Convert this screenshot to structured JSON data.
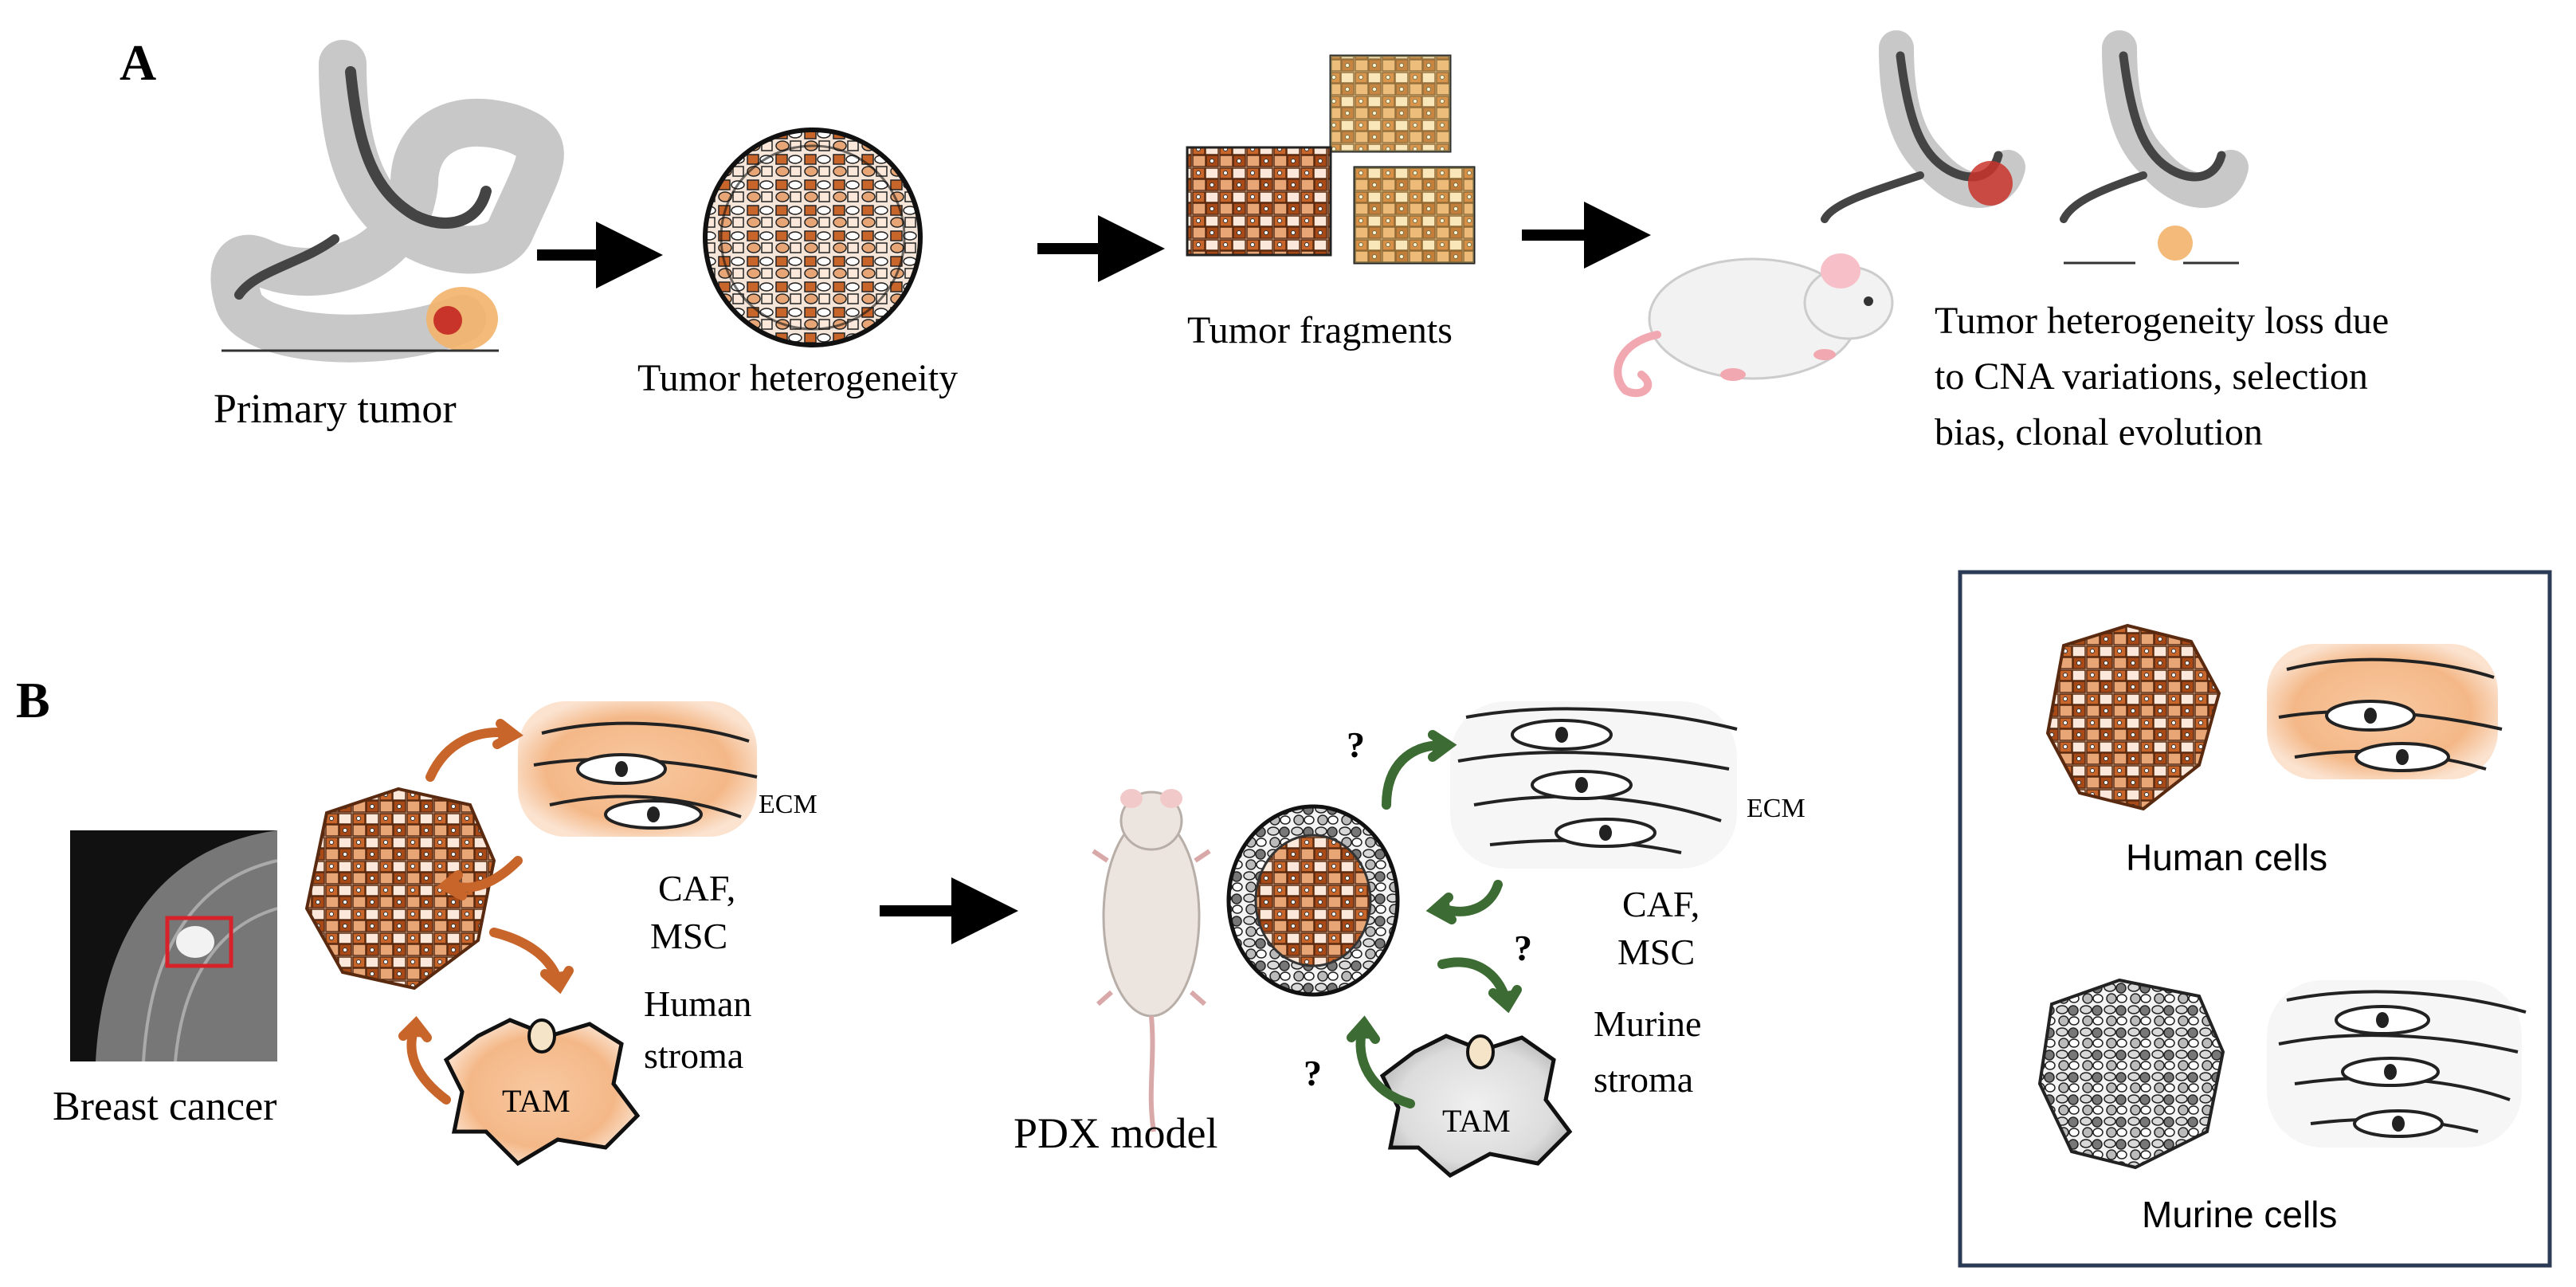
{
  "panel_a": {
    "label": "A",
    "primary_tumor": "Primary tumor",
    "heterogeneity": "Tumor heterogeneity",
    "fragments": "Tumor fragments",
    "loss_line1": "Tumor heterogeneity  loss due",
    "loss_line2": "to CNA variations, selection",
    "loss_line3": "bias, clonal evolution"
  },
  "panel_b": {
    "label": "B",
    "breast_cancer": "Breast cancer",
    "ecm_human": "ECM",
    "caf_human": "CAF,",
    "msc_human": "MSC",
    "human_stroma_1": "Human",
    "human_stroma_2": "stroma",
    "tam_human": "TAM",
    "pdx_model": "PDX model",
    "ecm_murine": "ECM",
    "caf_murine": "CAF,",
    "msc_murine": "MSC",
    "murine_stroma_1": "Murine",
    "murine_stroma_2": "stroma",
    "tam_murine": "TAM",
    "question": "?"
  },
  "legend": {
    "human_cells": "Human  cells",
    "murine_cells": "Murine cells"
  },
  "colors": {
    "human_orange": "#c8652a",
    "human_peach": "#f4c49e",
    "murine_green": "#3d6b34",
    "stomach_grey": "#9a9a9a",
    "legend_border": "#2b3a55"
  }
}
